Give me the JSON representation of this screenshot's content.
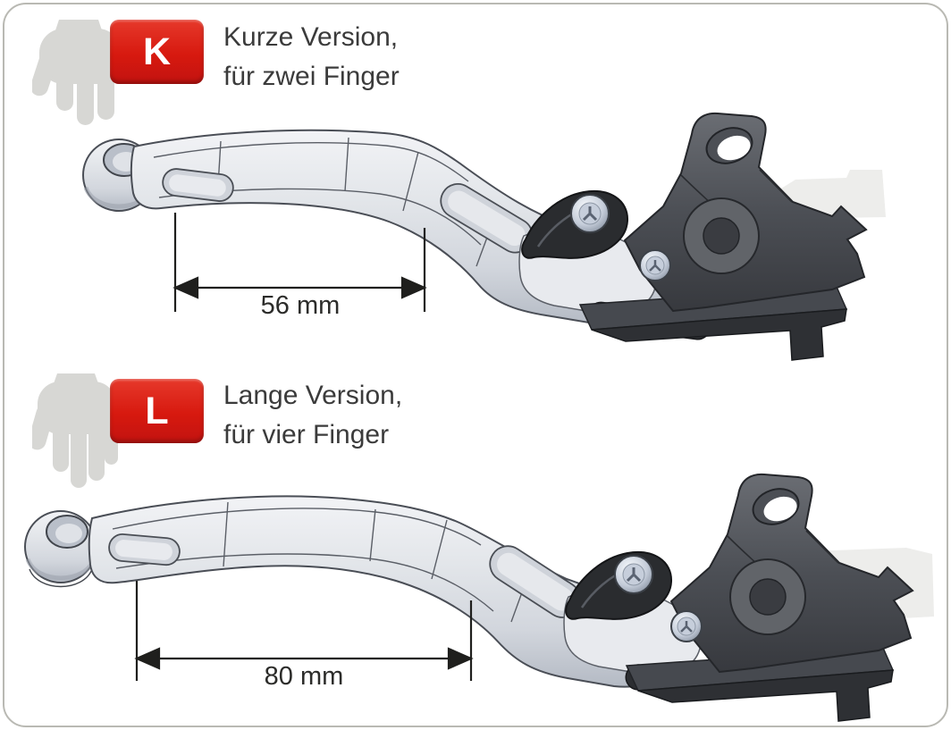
{
  "diagram": {
    "sections": [
      {
        "id": "short",
        "badge_letter": "K",
        "title_line1": "Kurze Version,",
        "title_line2": "für zwei Finger",
        "hand_icon": "two-finger-hand-icon",
        "dimension_label": "56 mm"
      },
      {
        "id": "long",
        "badge_letter": "L",
        "title_line1": "Lange Version,",
        "title_line2": "für vier Finger",
        "hand_icon": "four-finger-hand-icon",
        "dimension_label": "80 mm"
      }
    ],
    "colors": {
      "badge_red": "#d7190f",
      "badge_red_light": "#e6392b",
      "badge_text": "#ffffff",
      "title_text": "#3b3b3b",
      "hand_gray": "#d7d7d4",
      "frame_border": "#b9b9b3",
      "lever_silver": "#e3e6ea",
      "bracket_gray": "#55585e",
      "adjuster_black": "#2a2c2f",
      "dimension_line": "#1f1f1d"
    }
  }
}
